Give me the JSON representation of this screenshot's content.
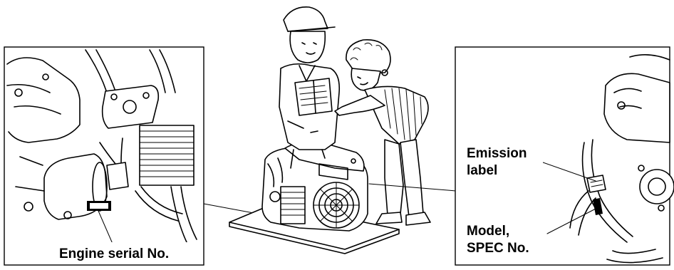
{
  "callouts": {
    "engine_serial": "Engine serial No.",
    "emission_line1": "Emission",
    "emission_line2": "label",
    "model_line1": "Model,",
    "model_line2": "SPEC No."
  }
}
